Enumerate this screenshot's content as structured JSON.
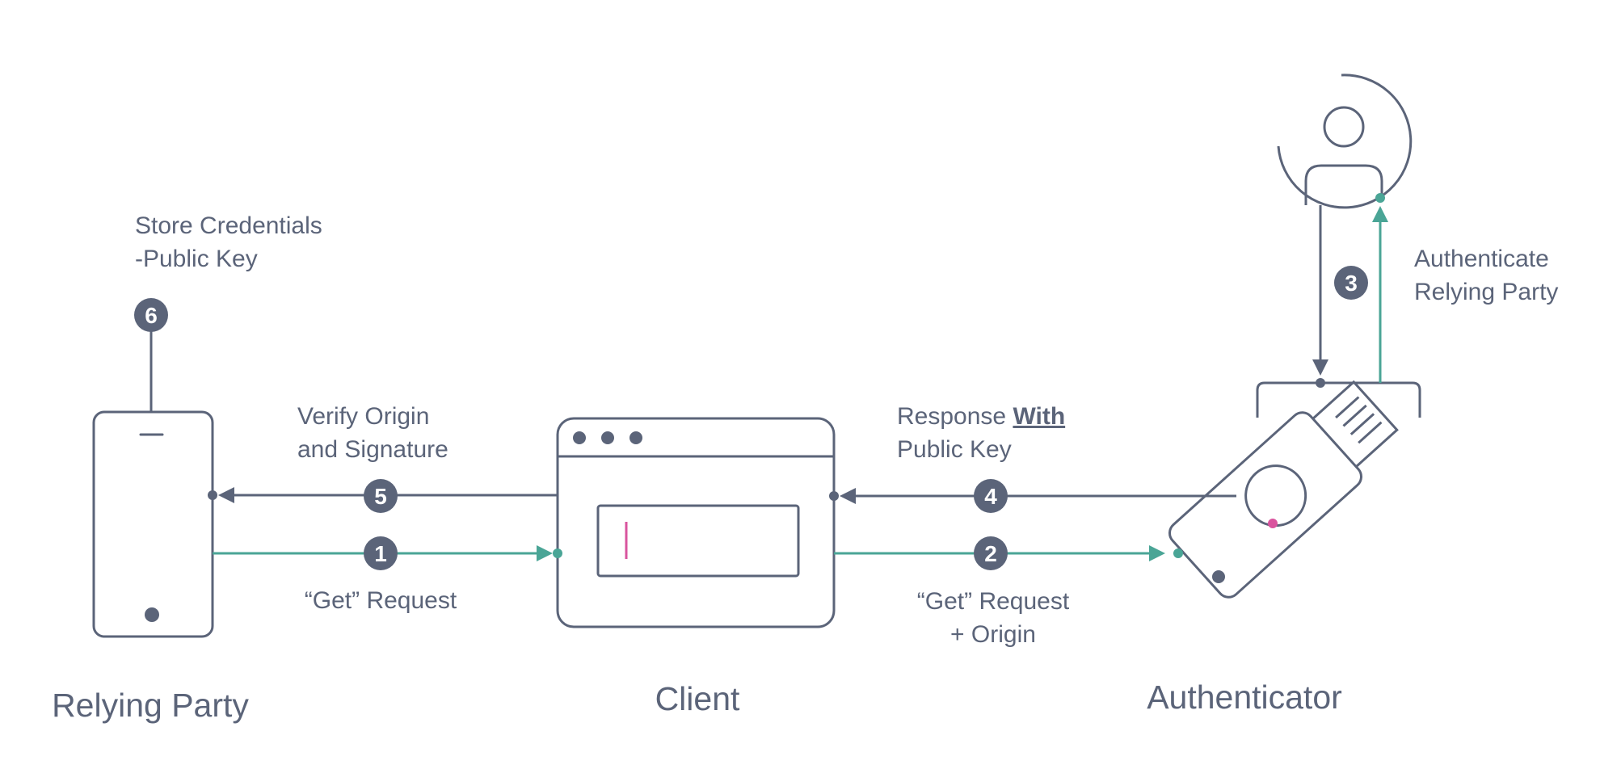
{
  "colors": {
    "stroke": "#5b6479",
    "accent": "#4aa596",
    "highlight": "#d9549e",
    "background": "#ffffff"
  },
  "parties": {
    "relying_party": "Relying Party",
    "client": "Client",
    "authenticator": "Authenticator"
  },
  "icons": {
    "phone": "phone-icon",
    "browser": "browser-window-icon",
    "security_key": "usb-security-key-icon",
    "user": "user-icon"
  },
  "steps": [
    {
      "number": "1",
      "lines": [
        "“Get” Request"
      ]
    },
    {
      "number": "2",
      "lines": [
        "“Get” Request",
        "+ Origin"
      ]
    },
    {
      "number": "3",
      "lines": [
        "Authenticate",
        "Relying Party"
      ]
    },
    {
      "number": "4",
      "lines": [
        "Response ",
        "With",
        "Public Key"
      ]
    },
    {
      "number": "5",
      "lines": [
        "Verify Origin",
        "and Signature"
      ]
    },
    {
      "number": "6",
      "lines": [
        "Store Credentials",
        "-Public Key"
      ]
    }
  ]
}
